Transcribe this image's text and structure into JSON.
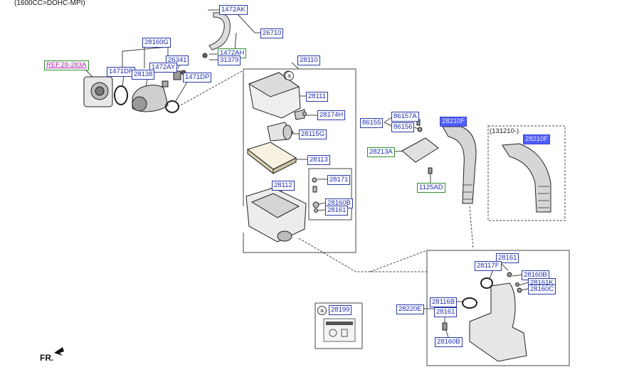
{
  "header": "(1600CC>DOHC-MPI)",
  "fr_label": "FR.",
  "note_131210": "(131210-)",
  "section_marker": "a",
  "labels": {
    "p1472AK": "1472AK",
    "p26710": "26710",
    "p1472AH": "1472AH",
    "p31379": "31379",
    "p28160G": "28160G",
    "p26341": "26341",
    "p1472AY": "1472AY",
    "p1471DF": "1471DF",
    "p28138": "28138",
    "p1471DP": "1471DP",
    "ref": "REF.28-283A",
    "p28110": "28110",
    "p28111": "28111",
    "p28174H": "28174H",
    "p28115G": "28115G",
    "p28113": "28113",
    "p28171": "28171",
    "p28112": "28112",
    "p28160B_a": "28160B",
    "p28161_a": "28161",
    "p86157A": "86157A",
    "p86155": "86155",
    "p86156": "86156",
    "p28210F_a": "28210F",
    "p28213A": "28213A",
    "p1125AD": "1125AD",
    "p28210F_b": "28210F",
    "p28161_b": "28161",
    "p28117F": "28117F",
    "p28160B_b": "28160B",
    "p28161K": "28161K",
    "p28160C": "28160C",
    "p28116B": "28116B",
    "p28220E": "28220E",
    "p28161_c": "28161",
    "p28160B_c": "28160B",
    "p28199": "28199"
  },
  "colors": {
    "label_text": "#1e2fb0",
    "label_border": "#2a3aa6",
    "green_border": "#2f8f2f",
    "ref_text": "#b01fb0",
    "highlight": "#4f5cff"
  }
}
